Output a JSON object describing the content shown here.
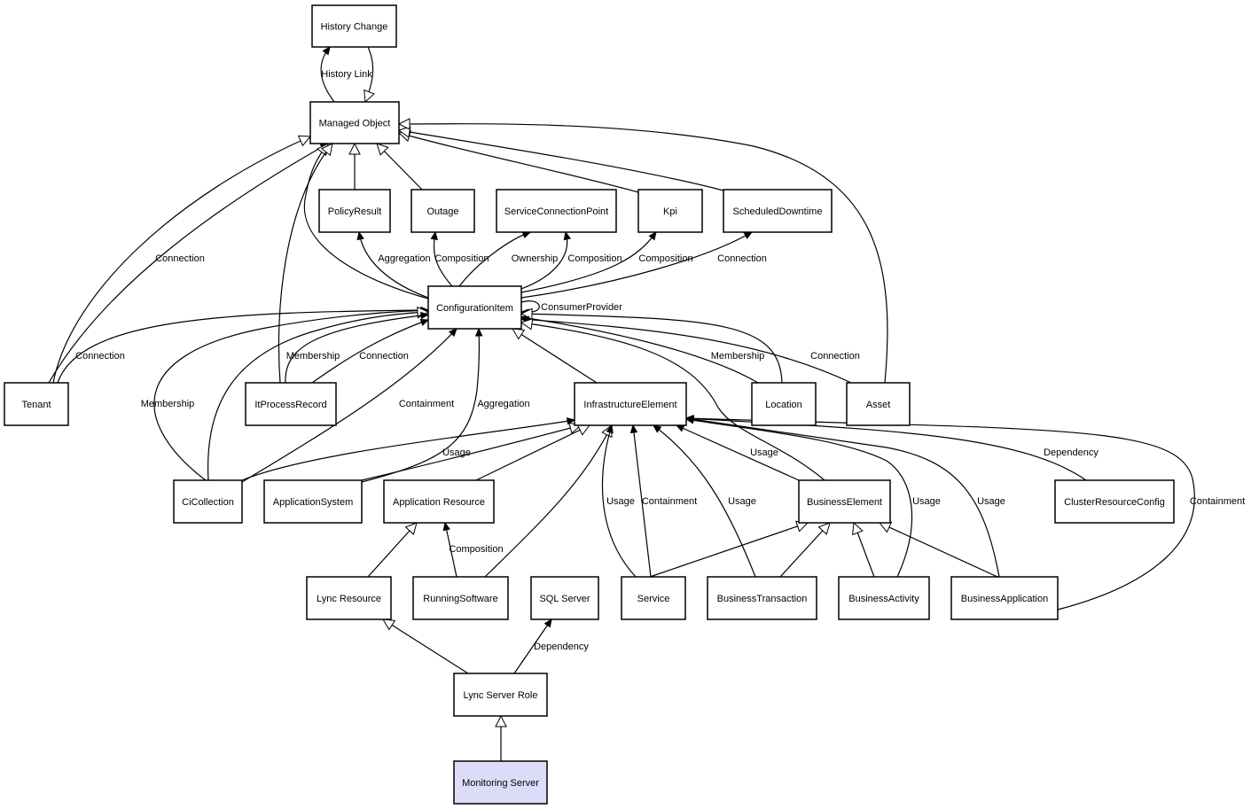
{
  "diagram": {
    "title": "Class diagram: Monitoring Server",
    "highlight_color": "#dcdcfa",
    "nodes": [
      {
        "id": "history_change",
        "label": "History Change"
      },
      {
        "id": "managed_object",
        "label": "Managed Object"
      },
      {
        "id": "policy_result",
        "label": "PolicyResult"
      },
      {
        "id": "outage",
        "label": "Outage"
      },
      {
        "id": "service_connection_point",
        "label": "ServiceConnectionPoint"
      },
      {
        "id": "kpi",
        "label": "Kpi"
      },
      {
        "id": "scheduled_downtime",
        "label": "ScheduledDowntime"
      },
      {
        "id": "configuration_item",
        "label": "ConfigurationItem"
      },
      {
        "id": "tenant",
        "label": "Tenant"
      },
      {
        "id": "it_process_record",
        "label": "ItProcessRecord"
      },
      {
        "id": "infrastructure_element",
        "label": "InfrastructureElement"
      },
      {
        "id": "location",
        "label": "Location"
      },
      {
        "id": "asset",
        "label": "Asset"
      },
      {
        "id": "ci_collection",
        "label": "CiCollection"
      },
      {
        "id": "application_system",
        "label": "ApplicationSystem"
      },
      {
        "id": "application_resource",
        "label": "Application Resource"
      },
      {
        "id": "business_element",
        "label": "BusinessElement"
      },
      {
        "id": "cluster_resource_config",
        "label": "ClusterResourceConfig"
      },
      {
        "id": "lync_resource",
        "label": "Lync Resource"
      },
      {
        "id": "running_software",
        "label": "RunningSoftware"
      },
      {
        "id": "sql_server",
        "label": "SQL Server"
      },
      {
        "id": "service",
        "label": "Service"
      },
      {
        "id": "business_transaction",
        "label": "BusinessTransaction"
      },
      {
        "id": "business_activity",
        "label": "BusinessActivity"
      },
      {
        "id": "business_application",
        "label": "BusinessApplication"
      },
      {
        "id": "lync_server_role",
        "label": "Lync Server Role"
      },
      {
        "id": "monitoring_server",
        "label": "Monitoring Server",
        "highlighted": true
      }
    ],
    "edges": [
      {
        "from": "managed_object",
        "to": "history_change",
        "label": "History Link",
        "kind": "association"
      },
      {
        "from": "history_change",
        "to": "managed_object",
        "label": "",
        "kind": "inheritance"
      },
      {
        "from": "policy_result",
        "to": "managed_object",
        "label": "",
        "kind": "inheritance"
      },
      {
        "from": "outage",
        "to": "managed_object",
        "label": "",
        "kind": "inheritance"
      },
      {
        "from": "kpi",
        "to": "managed_object",
        "label": "",
        "kind": "inheritance"
      },
      {
        "from": "scheduled_downtime",
        "to": "managed_object",
        "label": "",
        "kind": "inheritance"
      },
      {
        "from": "asset",
        "to": "managed_object",
        "label": "",
        "kind": "inheritance"
      },
      {
        "from": "tenant",
        "to": "managed_object",
        "label": "",
        "kind": "inheritance"
      },
      {
        "from": "tenant",
        "to": "managed_object",
        "label": "Connection",
        "kind": "association"
      },
      {
        "from": "configuration_item",
        "to": "managed_object",
        "label": "",
        "kind": "inheritance"
      },
      {
        "from": "it_process_record",
        "to": "managed_object",
        "label": "",
        "kind": "inheritance"
      },
      {
        "from": "configuration_item",
        "to": "policy_result",
        "label": "Aggregation",
        "kind": "association"
      },
      {
        "from": "configuration_item",
        "to": "outage",
        "label": "Composition",
        "kind": "association"
      },
      {
        "from": "configuration_item",
        "to": "service_connection_point",
        "label": "Ownership",
        "kind": "association"
      },
      {
        "from": "configuration_item",
        "to": "service_connection_point",
        "label": "Composition",
        "kind": "association"
      },
      {
        "from": "configuration_item",
        "to": "kpi",
        "label": "Composition",
        "kind": "association"
      },
      {
        "from": "configuration_item",
        "to": "scheduled_downtime",
        "label": "Connection",
        "kind": "association"
      },
      {
        "from": "configuration_item",
        "to": "configuration_item",
        "label": "ConsumerProvider",
        "kind": "self"
      },
      {
        "from": "tenant",
        "to": "configuration_item",
        "label": "Connection",
        "kind": "association"
      },
      {
        "from": "ci_collection",
        "to": "configuration_item",
        "label": "Membership",
        "kind": "association"
      },
      {
        "from": "ci_collection",
        "to": "configuration_item",
        "label": "",
        "kind": "inheritance"
      },
      {
        "from": "it_process_record",
        "to": "configuration_item",
        "label": "Membership",
        "kind": "association"
      },
      {
        "from": "it_process_record",
        "to": "configuration_item",
        "label": "Connection",
        "kind": "association"
      },
      {
        "from": "ci_collection",
        "to": "configuration_item",
        "label": "Containment",
        "kind": "association"
      },
      {
        "from": "application_system",
        "to": "configuration_item",
        "label": "Aggregation",
        "kind": "association"
      },
      {
        "from": "infrastructure_element",
        "to": "configuration_item",
        "label": "",
        "kind": "inheritance"
      },
      {
        "from": "location",
        "to": "configuration_item",
        "label": "Membership",
        "kind": "association"
      },
      {
        "from": "location",
        "to": "configuration_item",
        "label": "",
        "kind": "inheritance"
      },
      {
        "from": "asset",
        "to": "configuration_item",
        "label": "Connection",
        "kind": "association"
      },
      {
        "from": "business_element",
        "to": "configuration_item",
        "label": "",
        "kind": "inheritance"
      },
      {
        "from": "ci_collection",
        "to": "infrastructure_element",
        "label": "Usage",
        "kind": "association"
      },
      {
        "from": "application_system",
        "to": "infrastructure_element",
        "label": "",
        "kind": "inheritance"
      },
      {
        "from": "application_resource",
        "to": "infrastructure_element",
        "label": "",
        "kind": "inheritance"
      },
      {
        "from": "running_software",
        "to": "infrastructure_element",
        "label": "",
        "kind": "inheritance"
      },
      {
        "from": "service",
        "to": "infrastructure_element",
        "label": "Usage",
        "kind": "association"
      },
      {
        "from": "service",
        "to": "infrastructure_element",
        "label": "Containment",
        "kind": "association"
      },
      {
        "from": "business_transaction",
        "to": "infrastructure_element",
        "label": "Usage",
        "kind": "association"
      },
      {
        "from": "business_element",
        "to": "infrastructure_element",
        "label": "Usage",
        "kind": "association"
      },
      {
        "from": "business_activity",
        "to": "infrastructure_element",
        "label": "Usage",
        "kind": "association"
      },
      {
        "from": "business_application",
        "to": "infrastructure_element",
        "label": "Usage",
        "kind": "association"
      },
      {
        "from": "cluster_resource_config",
        "to": "infrastructure_element",
        "label": "Dependency",
        "kind": "association"
      },
      {
        "from": "business_application",
        "to": "infrastructure_element",
        "label": "Containment",
        "kind": "association"
      },
      {
        "from": "service",
        "to": "business_element",
        "label": "",
        "kind": "inheritance"
      },
      {
        "from": "business_transaction",
        "to": "business_element",
        "label": "",
        "kind": "inheritance"
      },
      {
        "from": "business_activity",
        "to": "business_element",
        "label": "",
        "kind": "inheritance"
      },
      {
        "from": "business_application",
        "to": "business_element",
        "label": "",
        "kind": "inheritance"
      },
      {
        "from": "lync_resource",
        "to": "application_resource",
        "label": "",
        "kind": "inheritance"
      },
      {
        "from": "running_software",
        "to": "application_resource",
        "label": "Composition",
        "kind": "association"
      },
      {
        "from": "lync_server_role",
        "to": "lync_resource",
        "label": "",
        "kind": "inheritance"
      },
      {
        "from": "lync_server_role",
        "to": "sql_server",
        "label": "Dependency",
        "kind": "association"
      },
      {
        "from": "monitoring_server",
        "to": "lync_server_role",
        "label": "",
        "kind": "inheritance"
      }
    ]
  }
}
